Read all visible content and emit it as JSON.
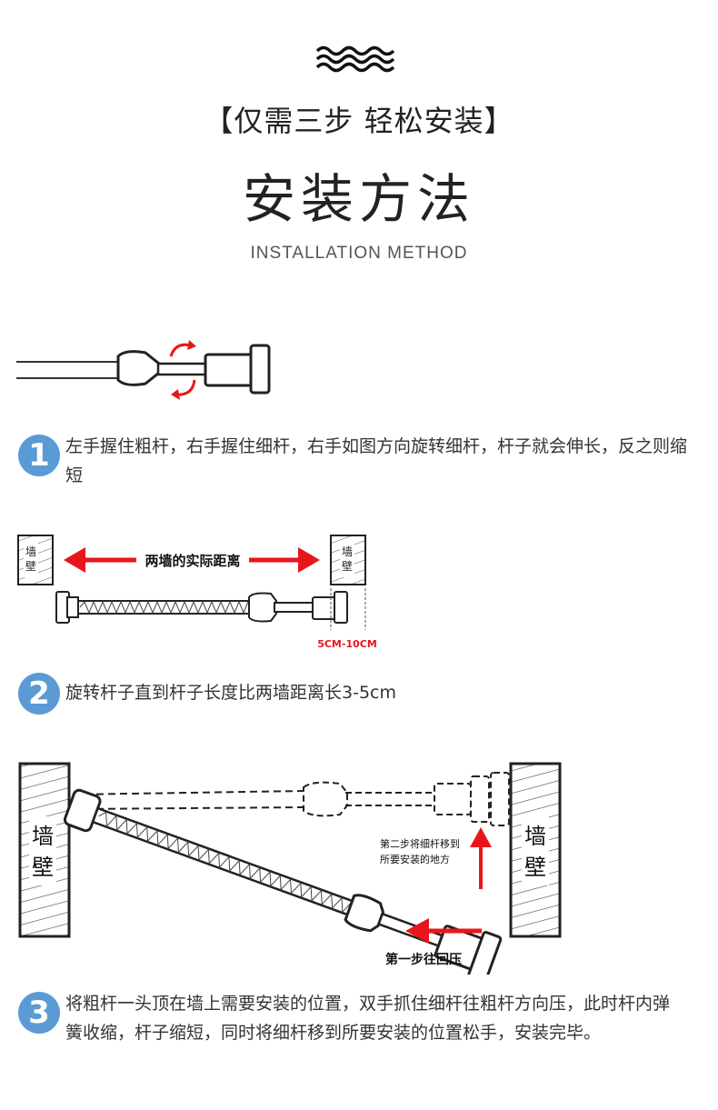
{
  "header": {
    "subtitle": "【仅需三步 轻松安装】",
    "title": "安装方法",
    "en_title": "INSTALLATION METHOD",
    "deco_icon": "wave-icon"
  },
  "steps": [
    {
      "number": "1",
      "text": "左手握住粗杆，右手握住细杆，右手如图方向旋转细杆，杆子就会伸长，反之则缩短"
    },
    {
      "number": "2",
      "text": "旋转杆子直到杆子长度比两墙距离长3-5cm",
      "diagram": {
        "wall_label": "墙壁",
        "distance_label": "两墙的实际距离",
        "extra_label": "5CM-10CM"
      }
    },
    {
      "number": "3",
      "text": "将粗杆一头顶在墙上需要安装的位置，双手抓住细杆往粗杆方向压，此时杆内弹簧收缩，杆子缩短，同时将细杆移到所要安装的位置松手，安装完毕。",
      "diagram": {
        "wall_label": "墙壁",
        "step2_note": "第二步将细杆移到所要安装的地方",
        "step1_note": "第一步往回压"
      }
    }
  ],
  "colors": {
    "accent_blue": "#5a9bd5",
    "arrow_red": "#e8161b"
  }
}
